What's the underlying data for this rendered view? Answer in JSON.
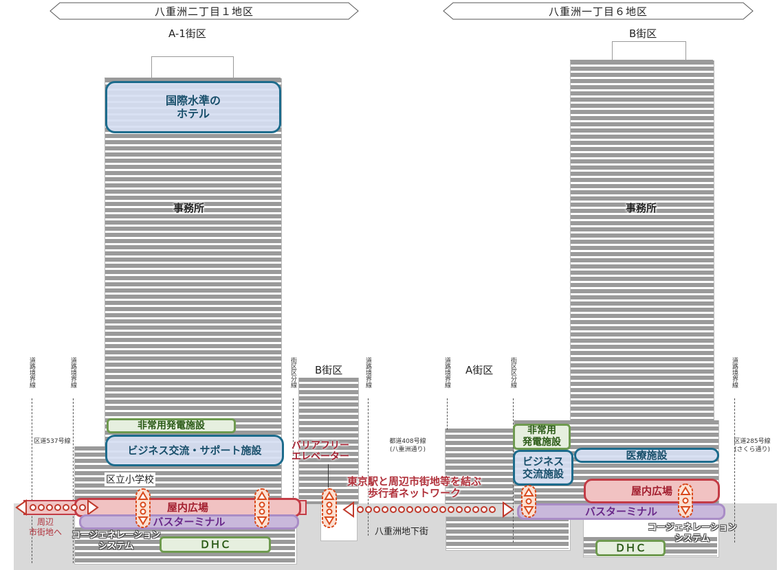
{
  "districts": {
    "left": "八重洲二丁目１地区",
    "right": "八重洲一丁目６地区"
  },
  "blocks": {
    "left_tower": "A-1街区",
    "left_small": "B街区",
    "right_small": "A街区",
    "right_tower": "B街区"
  },
  "uses": {
    "hotel": "国際水準の\nホテル",
    "office_left": "事務所",
    "office_right": "事務所",
    "emergency_power_left": "非常用発電施設",
    "emergency_power_right": "非常用\n発電施設",
    "business_support": "ビジネス交流・サポート施設",
    "business_exchange": "ビジネス\n交流施設",
    "medical": "医療施設",
    "school": "区立小学校",
    "indoor_plaza_left": "屋内広場",
    "indoor_plaza_right": "屋内広場",
    "bus_terminal_left": "バスターミナル",
    "bus_terminal_right": "バスターミナル",
    "cogeneration_left": "コージェネレーション\nシステム",
    "cogeneration_right": "コージェネレーション\nシステム",
    "dhc_left": "ＤＨＣ",
    "dhc_right": "ＤＨＣ",
    "barrier_free_elevator": "バリアフリー\nエレベーター",
    "pedestrian_network": "東京駅と周辺市街地等を結ぶ\n歩行者ネットワーク",
    "to_surrounding": "周辺\n市街地へ",
    "underground_mall": "八重洲地下街"
  },
  "boundaries": {
    "road_boundary": "道路境界線",
    "block_division": "街区区分線"
  },
  "roads": {
    "left": "区道537号線",
    "middle": "都道408号線\n(八重洲通り)",
    "right": "区道285号線\n(さくら通り)"
  },
  "colors": {
    "facility_blue": "#1c6b8c",
    "facility_green": "#6e9a4f",
    "plaza_red": "#c33b45",
    "bus_purple": "#a98cc6",
    "network_red": "#c0392b",
    "elevator_orange": "#d94a1c"
  }
}
